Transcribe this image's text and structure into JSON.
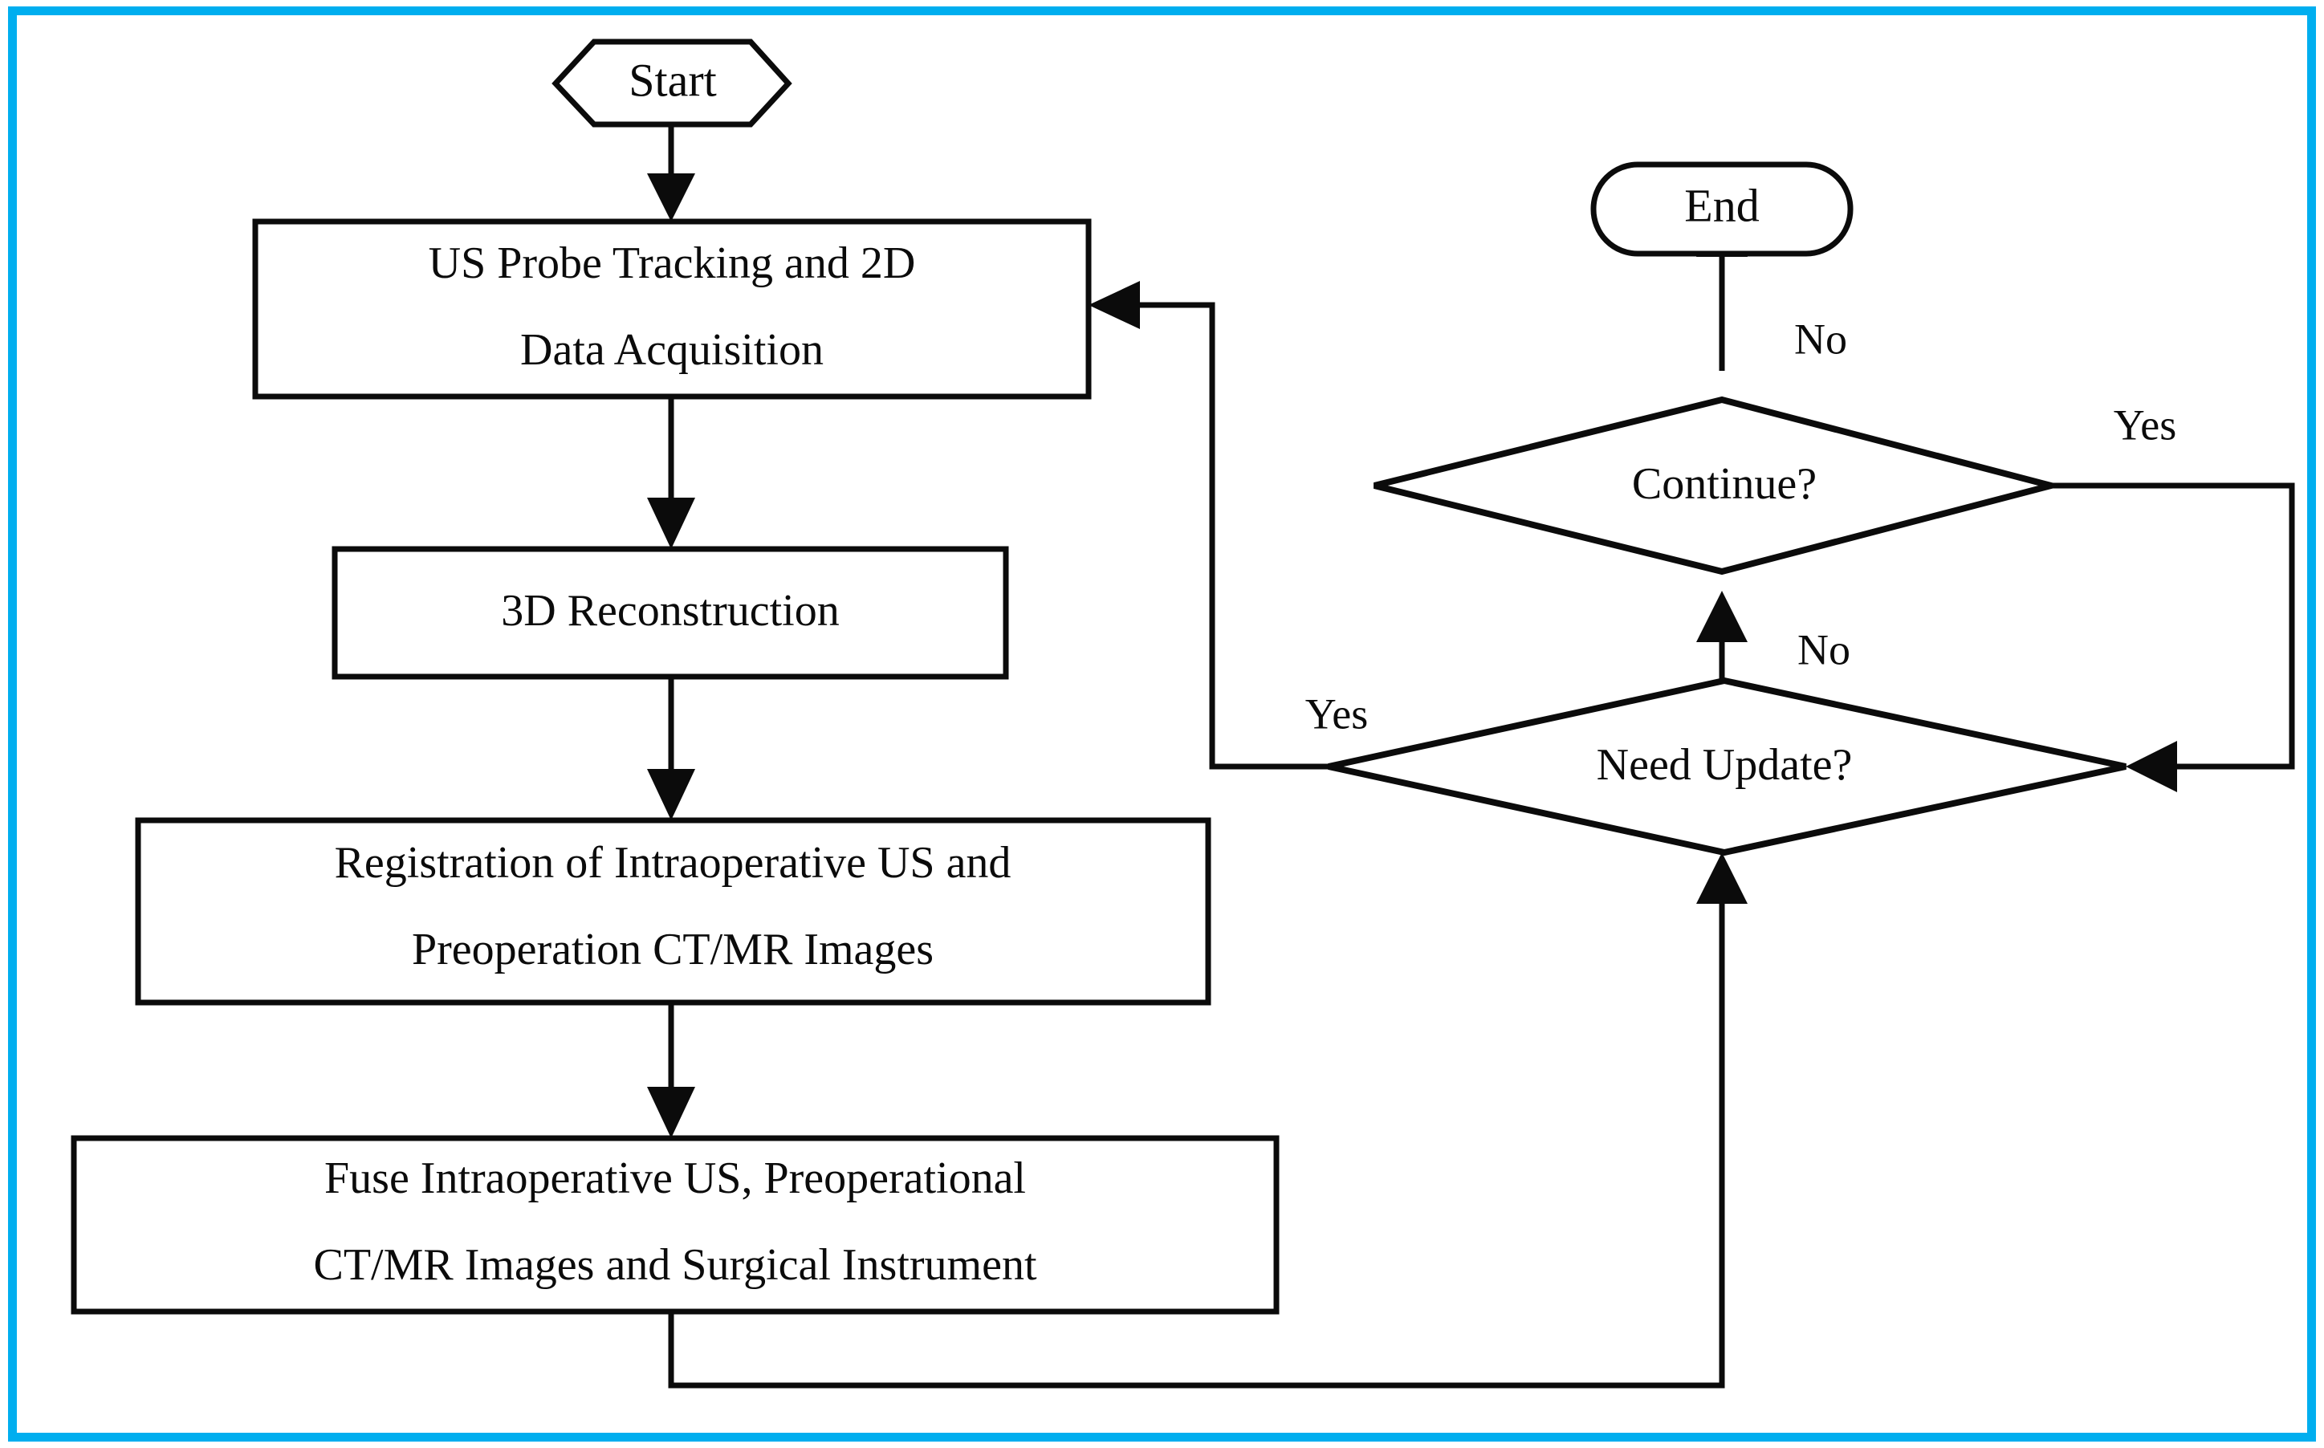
{
  "figure": {
    "type": "flowchart",
    "title": "Intraoperative US / CT-MR navigation workflow",
    "orientation": "top-to-bottom with right-side decision loop",
    "accent_color": "#00aeef",
    "line_color": "#0b0b0b",
    "background": "#ffffff"
  },
  "nodes": {
    "start": {
      "label": "Start",
      "shape": "hexagon"
    },
    "acquire": {
      "line1": "US Probe Tracking and 2D",
      "line2": "Data Acquisition",
      "shape": "rectangle"
    },
    "reconstruct": {
      "label": "3D Reconstruction",
      "shape": "rectangle"
    },
    "register": {
      "line1": "Registration of Intraoperative US and",
      "line2": "Preoperation CT/MR Images",
      "shape": "rectangle"
    },
    "fuse": {
      "line1": "Fuse Intraoperative US, Preoperational",
      "line2": "CT/MR Images and Surgical Instrument",
      "shape": "rectangle"
    },
    "need_update": {
      "label": "Need Update?",
      "shape": "diamond"
    },
    "continue": {
      "label": "Continue?",
      "shape": "diamond"
    },
    "end": {
      "label": "End",
      "shape": "stadium"
    }
  },
  "edge_labels": {
    "need_update_yes": "Yes",
    "need_update_no": "No",
    "continue_yes": "Yes",
    "continue_no": "No"
  },
  "edges": [
    {
      "from": "start",
      "to": "acquire",
      "label": ""
    },
    {
      "from": "acquire",
      "to": "reconstruct",
      "label": ""
    },
    {
      "from": "reconstruct",
      "to": "register",
      "label": ""
    },
    {
      "from": "register",
      "to": "fuse",
      "label": ""
    },
    {
      "from": "fuse",
      "to": "need_update",
      "label": ""
    },
    {
      "from": "need_update",
      "to": "acquire",
      "label": "Yes"
    },
    {
      "from": "need_update",
      "to": "continue",
      "label": "No"
    },
    {
      "from": "continue",
      "to": "end",
      "label": "No"
    },
    {
      "from": "continue",
      "to": "need_update",
      "label": "Yes"
    }
  ]
}
